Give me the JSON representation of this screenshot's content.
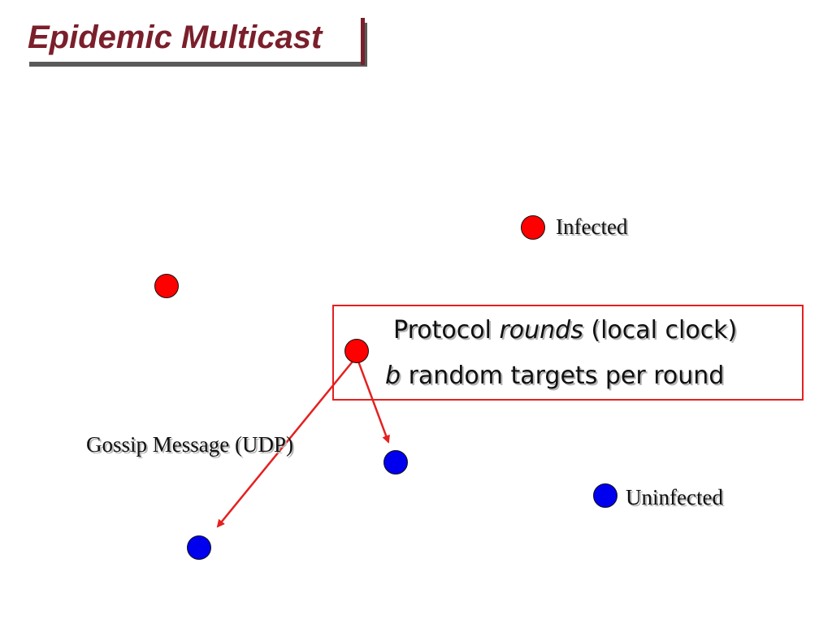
{
  "title": "Epidemic Multicast",
  "colors": {
    "title": "#7a1f2b",
    "infected": "#ff0000",
    "uninfected": "#0000ee",
    "arrow": "#e52020",
    "box_border": "#e52020"
  },
  "legend": {
    "infected_label": "Infected",
    "uninfected_label": "Uninfected"
  },
  "protocol_box": {
    "line1_prefix": "Protocol ",
    "line1_italic": "rounds",
    "line1_suffix": " (local clock)",
    "line2_italic": "b",
    "line2_suffix": " random targets per round"
  },
  "gossip_label": "Gossip Message (UDP)"
}
